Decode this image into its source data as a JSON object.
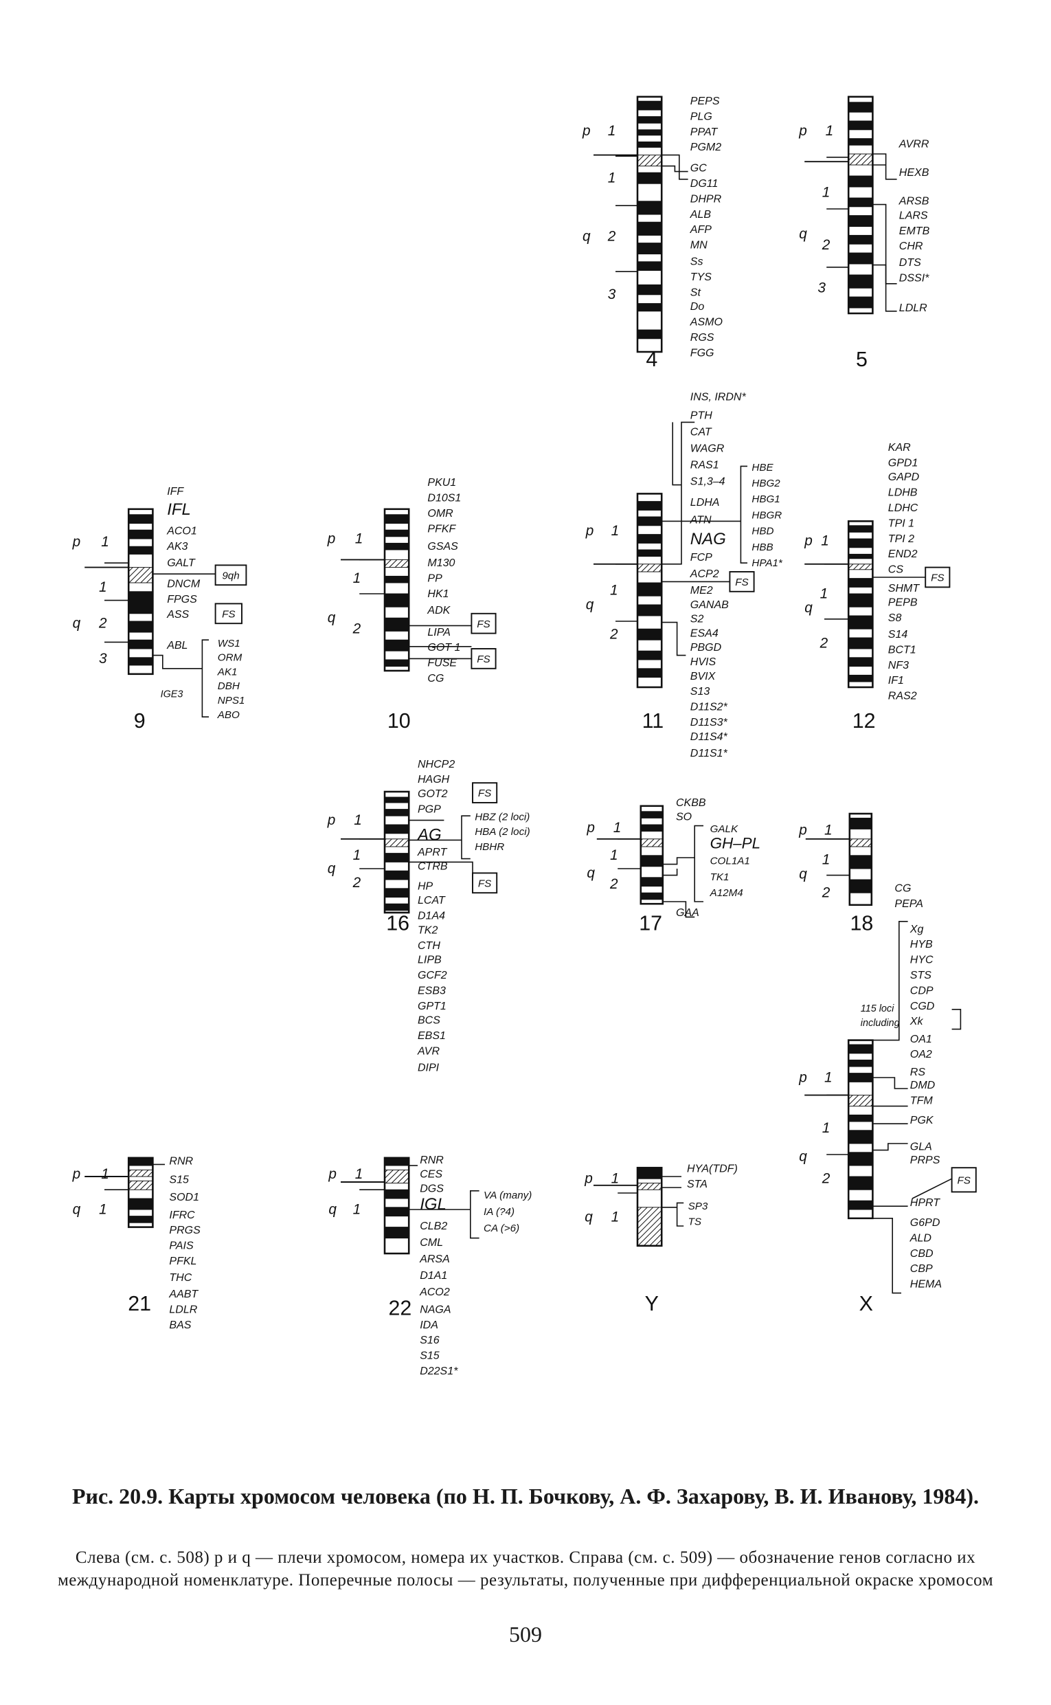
{
  "figure": {
    "chromosomes": [
      {
        "id": "chr4",
        "label": "4",
        "arms": [
          {
            "text": "p"
          },
          {
            "text": "q"
          }
        ],
        "regions": [
          {
            "text": "1"
          },
          {
            "text": "1"
          },
          {
            "text": "2"
          },
          {
            "text": "3"
          }
        ],
        "genes": [
          "PEPS",
          "PLG",
          "PPAT",
          "PGM2",
          "GC",
          "DG11",
          "DHPR",
          "ALB",
          "AFP",
          "MN",
          "Ss",
          "TYS",
          "St",
          "Do",
          "ASMO",
          "RGS",
          "FGG"
        ],
        "boxes": [],
        "notes": [],
        "groups": []
      },
      {
        "id": "chr5",
        "label": "5",
        "arms": [
          {
            "text": "p"
          },
          {
            "text": "q"
          }
        ],
        "regions": [
          {
            "text": "1"
          },
          {
            "text": "1"
          },
          {
            "text": "2"
          },
          {
            "text": "3"
          }
        ],
        "genes": [
          "AVRR",
          "HEXB",
          "ARSB",
          "LARS",
          "EMTB",
          "CHR",
          "DTS",
          "DSSI*",
          "LDLR"
        ],
        "boxes": [],
        "notes": [],
        "groups": []
      },
      {
        "id": "chr9",
        "label": "9",
        "arms": [
          {
            "text": "p"
          },
          {
            "text": "q"
          }
        ],
        "regions": [
          {
            "text": "1"
          },
          {
            "text": "1"
          },
          {
            "text": "2"
          },
          {
            "text": "3"
          }
        ],
        "genes": [
          "IFF",
          "IFL",
          "ACO1",
          "AK3",
          "GALT",
          "DNCM",
          "FPGS",
          "ASS",
          "ABL"
        ],
        "boxes": [
          {
            "text": "9qh"
          },
          {
            "text": "FS"
          }
        ],
        "notes": [
          {
            "text": "IGE3"
          }
        ],
        "groups": [
          {
            "genes": [
              "WS1",
              "ORM",
              "AK1",
              "DBH",
              "NPS1",
              "ABO"
            ]
          }
        ]
      },
      {
        "id": "chr10",
        "label": "10",
        "arms": [
          {
            "text": "p"
          },
          {
            "text": "q"
          }
        ],
        "regions": [
          {
            "text": "1"
          },
          {
            "text": "1"
          },
          {
            "text": "2"
          }
        ],
        "genes": [
          "PKU1",
          "D10S1",
          "OMR",
          "PFKF",
          "GSAS",
          "M130",
          "PP",
          "HK1",
          "ADK",
          "LIPA",
          "GOT 1",
          "FUSE",
          "CG"
        ],
        "boxes": [
          {
            "text": "FS"
          },
          {
            "text": "FS"
          }
        ],
        "notes": [],
        "groups": []
      },
      {
        "id": "chr11",
        "label": "11",
        "arms": [
          {
            "text": "p"
          },
          {
            "text": "q"
          }
        ],
        "regions": [
          {
            "text": "1"
          },
          {
            "text": "1"
          },
          {
            "text": "2"
          }
        ],
        "genes": [
          "INS, IRDN*",
          "PTH",
          "CAT",
          "WAGR",
          "RAS1",
          "S1,3–4",
          "LDHA",
          "ATN",
          "NAG",
          "FCP",
          "ACP2",
          "ME2",
          "GANAB",
          "S2",
          "ESA4",
          "PBGD",
          "HVIS",
          "BVIX",
          "S13",
          "D11S2*",
          "D11S3*",
          "D11S4*",
          "D11S1*"
        ],
        "boxes": [
          {
            "text": "FS"
          }
        ],
        "notes": [],
        "groups": [
          {
            "genes": [
              "HBE",
              "HBG2",
              "HBG1",
              "HBGR",
              "HBD",
              "HBB",
              "HPA1*"
            ]
          }
        ]
      },
      {
        "id": "chr12",
        "label": "12",
        "arms": [
          {
            "text": "p"
          },
          {
            "text": "q"
          }
        ],
        "regions": [
          {
            "text": "1"
          },
          {
            "text": "1"
          },
          {
            "text": "2"
          }
        ],
        "genes": [
          "KAR",
          "GPD1",
          "GAPD",
          "LDHB",
          "LDHC",
          "TPI 1",
          "TPI 2",
          "END2",
          "CS",
          "SHMT",
          "PEPB",
          "S8",
          "S14",
          "BCT1",
          "NF3",
          "IF1",
          "RAS2"
        ],
        "boxes": [
          {
            "text": "FS"
          }
        ],
        "notes": [],
        "groups": []
      },
      {
        "id": "chr16",
        "label": "16",
        "arms": [
          {
            "text": "p"
          },
          {
            "text": "q"
          }
        ],
        "regions": [
          {
            "text": "1"
          },
          {
            "text": "1"
          },
          {
            "text": "2"
          }
        ],
        "genes": [
          "NHCP2",
          "HAGH",
          "GOT2",
          "PGP",
          "AG",
          "APRT",
          "CTRB",
          "HP",
          "LCAT",
          "D1A4",
          "TK2",
          "CTH",
          "LIPB",
          "GCF2",
          "ESB3",
          "GPT1",
          "BCS",
          "EBS1",
          "AVR",
          "DIPI"
        ],
        "boxes": [
          {
            "text": "FS"
          },
          {
            "text": "FS"
          }
        ],
        "notes": [],
        "groups": [
          {
            "genes": [
              "HBZ (2 loci)",
              "HBA (2 loci)",
              "HBHR"
            ]
          }
        ]
      },
      {
        "id": "chr17",
        "label": "17",
        "arms": [
          {
            "text": "p"
          },
          {
            "text": "q"
          }
        ],
        "regions": [
          {
            "text": "1"
          },
          {
            "text": "1"
          },
          {
            "text": "2"
          }
        ],
        "genes": [
          "CKBB",
          "SO",
          "GAA"
        ],
        "boxes": [],
        "notes": [],
        "groups": [
          {
            "genes": [
              "GALK",
              "GH–PL",
              "COL1A1",
              "TK1",
              "A12M4"
            ]
          }
        ]
      },
      {
        "id": "chr18",
        "label": "18",
        "arms": [
          {
            "text": "p"
          },
          {
            "text": "q"
          }
        ],
        "regions": [
          {
            "text": "1"
          },
          {
            "text": "1"
          },
          {
            "text": "2"
          }
        ],
        "genes": [
          "CG",
          "PEPA"
        ],
        "boxes": [],
        "notes": [],
        "groups": []
      },
      {
        "id": "chrX",
        "label": "X",
        "arms": [
          {
            "text": "p"
          },
          {
            "text": "q"
          }
        ],
        "regions": [
          {
            "text": "1"
          },
          {
            "text": "1"
          },
          {
            "text": "2"
          }
        ],
        "genes": [
          "Xg",
          "HYB",
          "HYC",
          "STS",
          "CDP",
          "CGD",
          "Xk",
          "OA1",
          "OA2",
          "RS",
          "DMD",
          "TFM",
          "PGK",
          "GLA",
          "PRPS",
          "HPRT",
          "G6PD",
          "ALD",
          "CBD",
          "CBP",
          "HEMA"
        ],
        "boxes": [
          {
            "text": "FS"
          }
        ],
        "notes": [
          {
            "text": "115 loci"
          },
          {
            "text": "including"
          }
        ],
        "groups": []
      },
      {
        "id": "chr21",
        "label": "21",
        "arms": [
          {
            "text": "p"
          },
          {
            "text": "q"
          }
        ],
        "regions": [
          {
            "text": "1"
          },
          {
            "text": "1"
          }
        ],
        "genes": [
          "RNR",
          "S15",
          "SOD1",
          "IFRC",
          "PRGS",
          "PAIS",
          "PFKL",
          "THC",
          "AABT",
          "LDLR",
          "BAS"
        ],
        "boxes": [],
        "notes": [],
        "groups": []
      },
      {
        "id": "chr22",
        "label": "22",
        "arms": [
          {
            "text": "p"
          },
          {
            "text": "q"
          }
        ],
        "regions": [
          {
            "text": "1"
          },
          {
            "text": "1"
          }
        ],
        "genes": [
          "RNR",
          "CES",
          "DGS",
          "IGL",
          "CLB2",
          "CML",
          "ARSA",
          "D1A1",
          "ACO2",
          "NAGA",
          "IDA",
          "S16",
          "S15",
          "D22S1*"
        ],
        "boxes": [],
        "notes": [],
        "groups": [
          {
            "genes": [
              "VA (many)",
              "IA (?4)",
              "CA (>6)"
            ]
          }
        ]
      },
      {
        "id": "chrY",
        "label": "Y",
        "arms": [
          {
            "text": "p"
          },
          {
            "text": "q"
          }
        ],
        "regions": [
          {
            "text": "1"
          },
          {
            "text": "1"
          }
        ],
        "genes": [
          "HYA(TDF)",
          "STA"
        ],
        "boxes": [],
        "notes": [],
        "groups": [
          {
            "genes": [
              "SP3",
              "TS"
            ]
          }
        ]
      }
    ]
  },
  "caption": {
    "title": "Рис. 20.9. Карты хромосом человека (по Н. П. Бочкову, А. Ф. Захарову, В. И. Иванову, 1984).",
    "body": "Слева (см. с. 508) p и q — плечи хромосом, номера их участков. Справа (см. с. 509) — обозначение генов согласно их международной номенклатуре. Поперечные полосы — результаты, полученные при дифференциальной окраске хромосом"
  },
  "page_number": "509"
}
